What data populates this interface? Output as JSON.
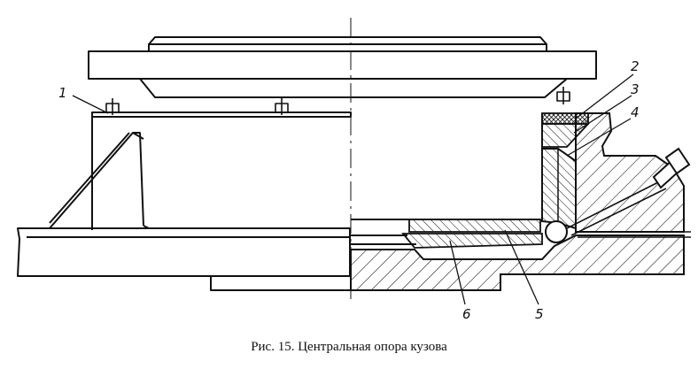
{
  "caption": "Рис. 15. Центральная опора кузова",
  "callouts": [
    {
      "id": "1",
      "text": "1"
    },
    {
      "id": "2",
      "text": "2"
    },
    {
      "id": "3",
      "text": "3"
    },
    {
      "id": "4",
      "text": "4"
    },
    {
      "id": "5",
      "text": "5"
    },
    {
      "id": "6",
      "text": "6"
    }
  ],
  "colors": {
    "line": "#111111",
    "background": "#ffffff"
  }
}
